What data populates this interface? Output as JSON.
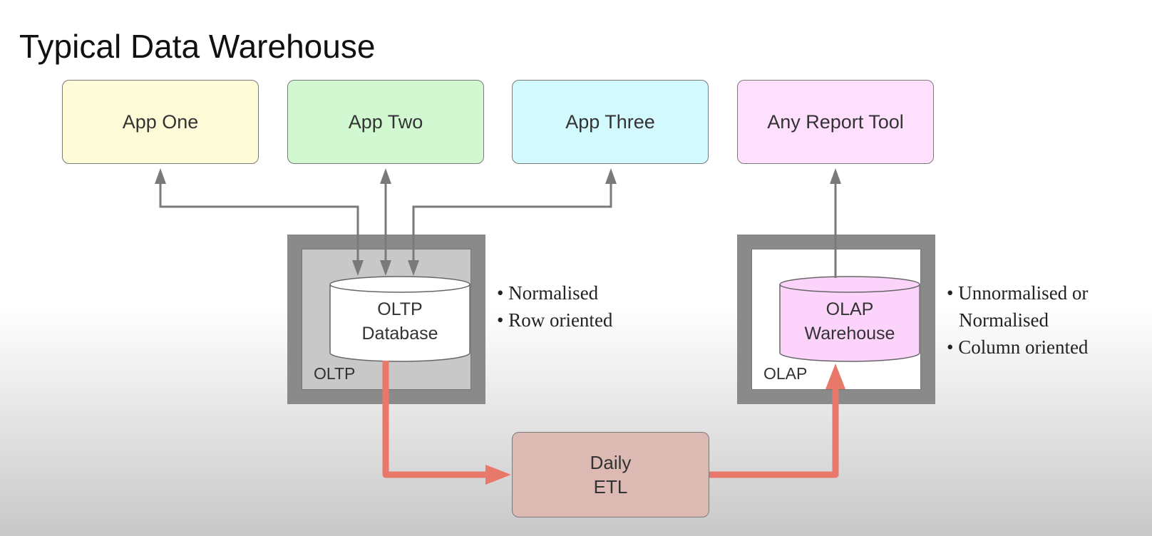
{
  "title": "Typical Data Warehouse",
  "apps": {
    "app_one": "App One",
    "app_two": "App Two",
    "app_three": "App Three",
    "report_tool": "Any Report Tool"
  },
  "oltp": {
    "frame_label": "OLTP",
    "db_line1": "OLTP",
    "db_line2": "Database",
    "bullets": [
      "• Normalised",
      "• Row oriented"
    ]
  },
  "olap": {
    "frame_label": "OLAP",
    "db_line1": "OLAP",
    "db_line2": "Warehouse",
    "bullets": [
      "• Unnormalised or",
      "  Normalised",
      "• Column oriented"
    ]
  },
  "etl": {
    "line1": "Daily",
    "line2": "ETL"
  },
  "colors": {
    "app_one": "#fefbd9",
    "app_two": "#d2f8d2",
    "app_three": "#d2fafe",
    "report_tool": "#fee0fe",
    "etl": "#dcbab3",
    "etl_arrow": "#e8786a",
    "gray_arrow": "#7a7a7a",
    "olap_db": "#fbd3fb"
  }
}
